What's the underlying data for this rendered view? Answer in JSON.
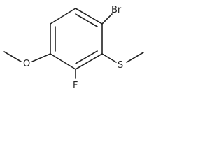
{
  "molecule": {
    "atoms": {
      "bromine": "Br",
      "sulfur": "S",
      "fluorine": "F",
      "oxygen": "O"
    }
  }
}
